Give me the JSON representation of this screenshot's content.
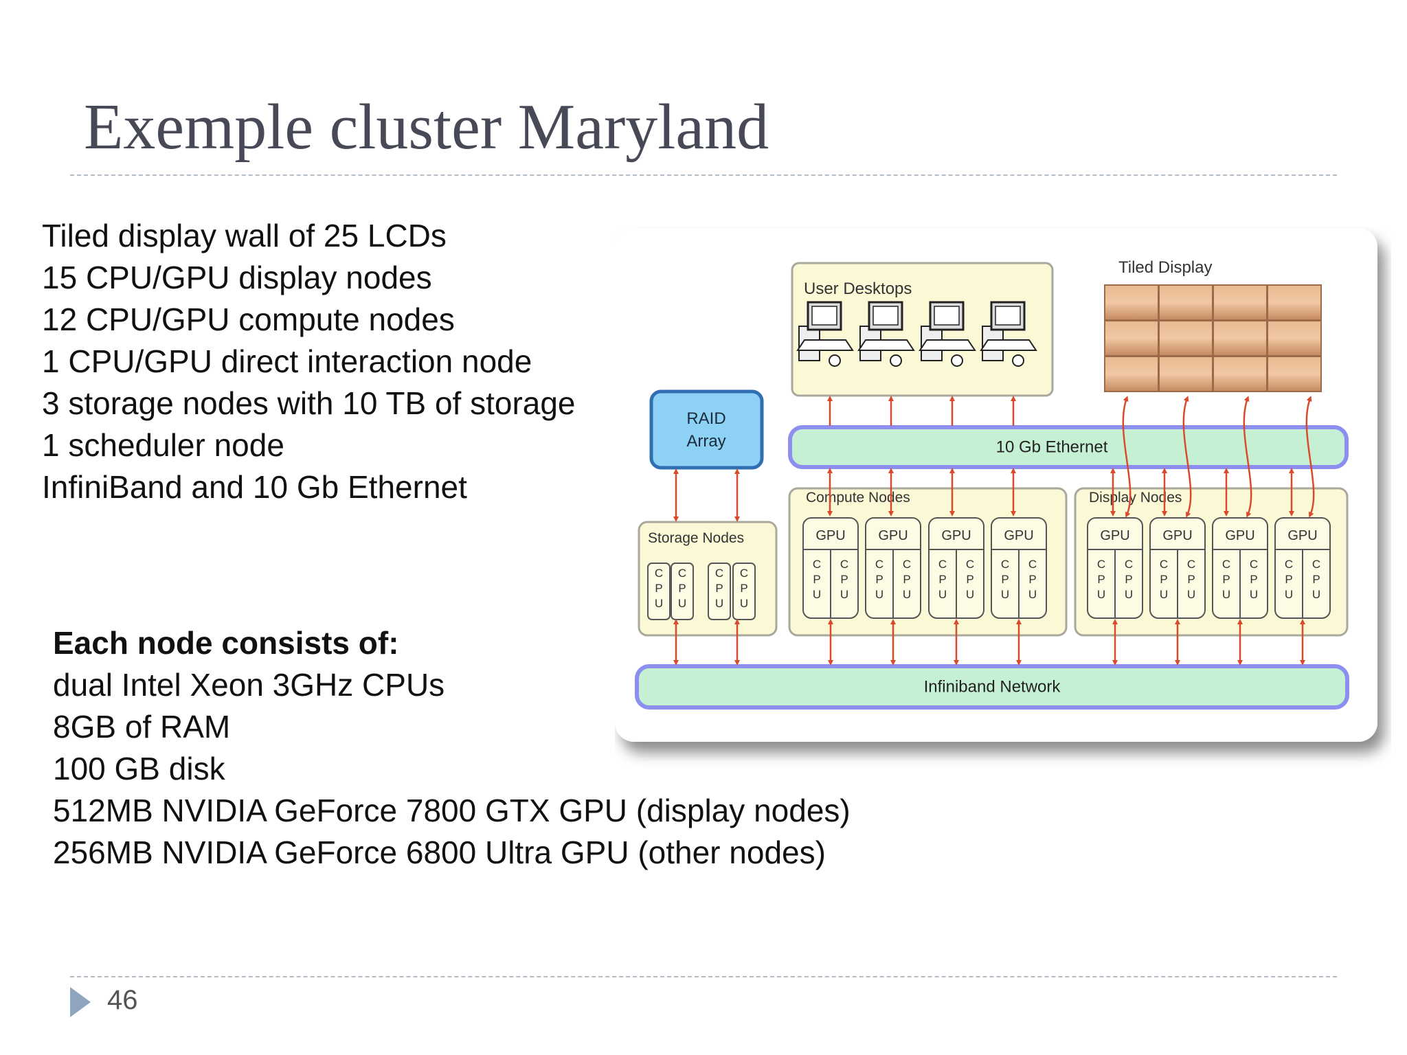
{
  "title": "Exemple cluster Maryland",
  "specs": [
    "Tiled display wall of 25 LCDs",
    "15 CPU/GPU display nodes",
    "12 CPU/GPU compute nodes",
    "1 CPU/GPU direct interaction node",
    "3 storage nodes with 10 TB of storage",
    "1 scheduler node",
    "InfiniBand and 10 Gb Ethernet"
  ],
  "node_heading": "Each node consists of:",
  "node_specs": [
    "dual Intel Xeon 3GHz CPUs",
    "8GB of RAM",
    "100 GB disk",
    "512MB NVIDIA GeForce 7800 GTX GPU (display nodes)",
    "256MB NVIDIA GeForce 6800 Ultra GPU (other nodes)"
  ],
  "diagram": {
    "user_desktops": "User Desktops",
    "tiled_display": "Tiled Display",
    "raid_line1": "RAID",
    "raid_line2": "Array",
    "ethernet": "10 Gb Ethernet",
    "compute_nodes": "Compute Nodes",
    "display_nodes": "Display Nodes",
    "storage_nodes": "Storage Nodes",
    "gpu": "GPU",
    "cpu": "CPU",
    "infiniband": "Infiniband Network"
  },
  "page_number": "46",
  "colors": {
    "title": "#474a56",
    "network_fill": "#c6f0d4",
    "network_border": "#8c8ff0",
    "raid_fill": "#8dd1f5",
    "node_fill": "#fbf8d6",
    "arrow": "#d94a2c",
    "tile": "#c9936b"
  }
}
